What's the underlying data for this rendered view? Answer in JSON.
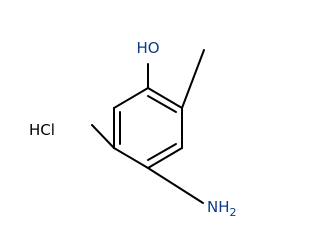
{
  "molecule": {
    "hydroxyl_label": "HO",
    "amino_label_main": "NH",
    "amino_label_subscript": "2",
    "salt_label": "HCl"
  },
  "colors": {
    "bond": "#000000",
    "heteroatom": "#0a3a8c",
    "salt": "#000000"
  }
}
